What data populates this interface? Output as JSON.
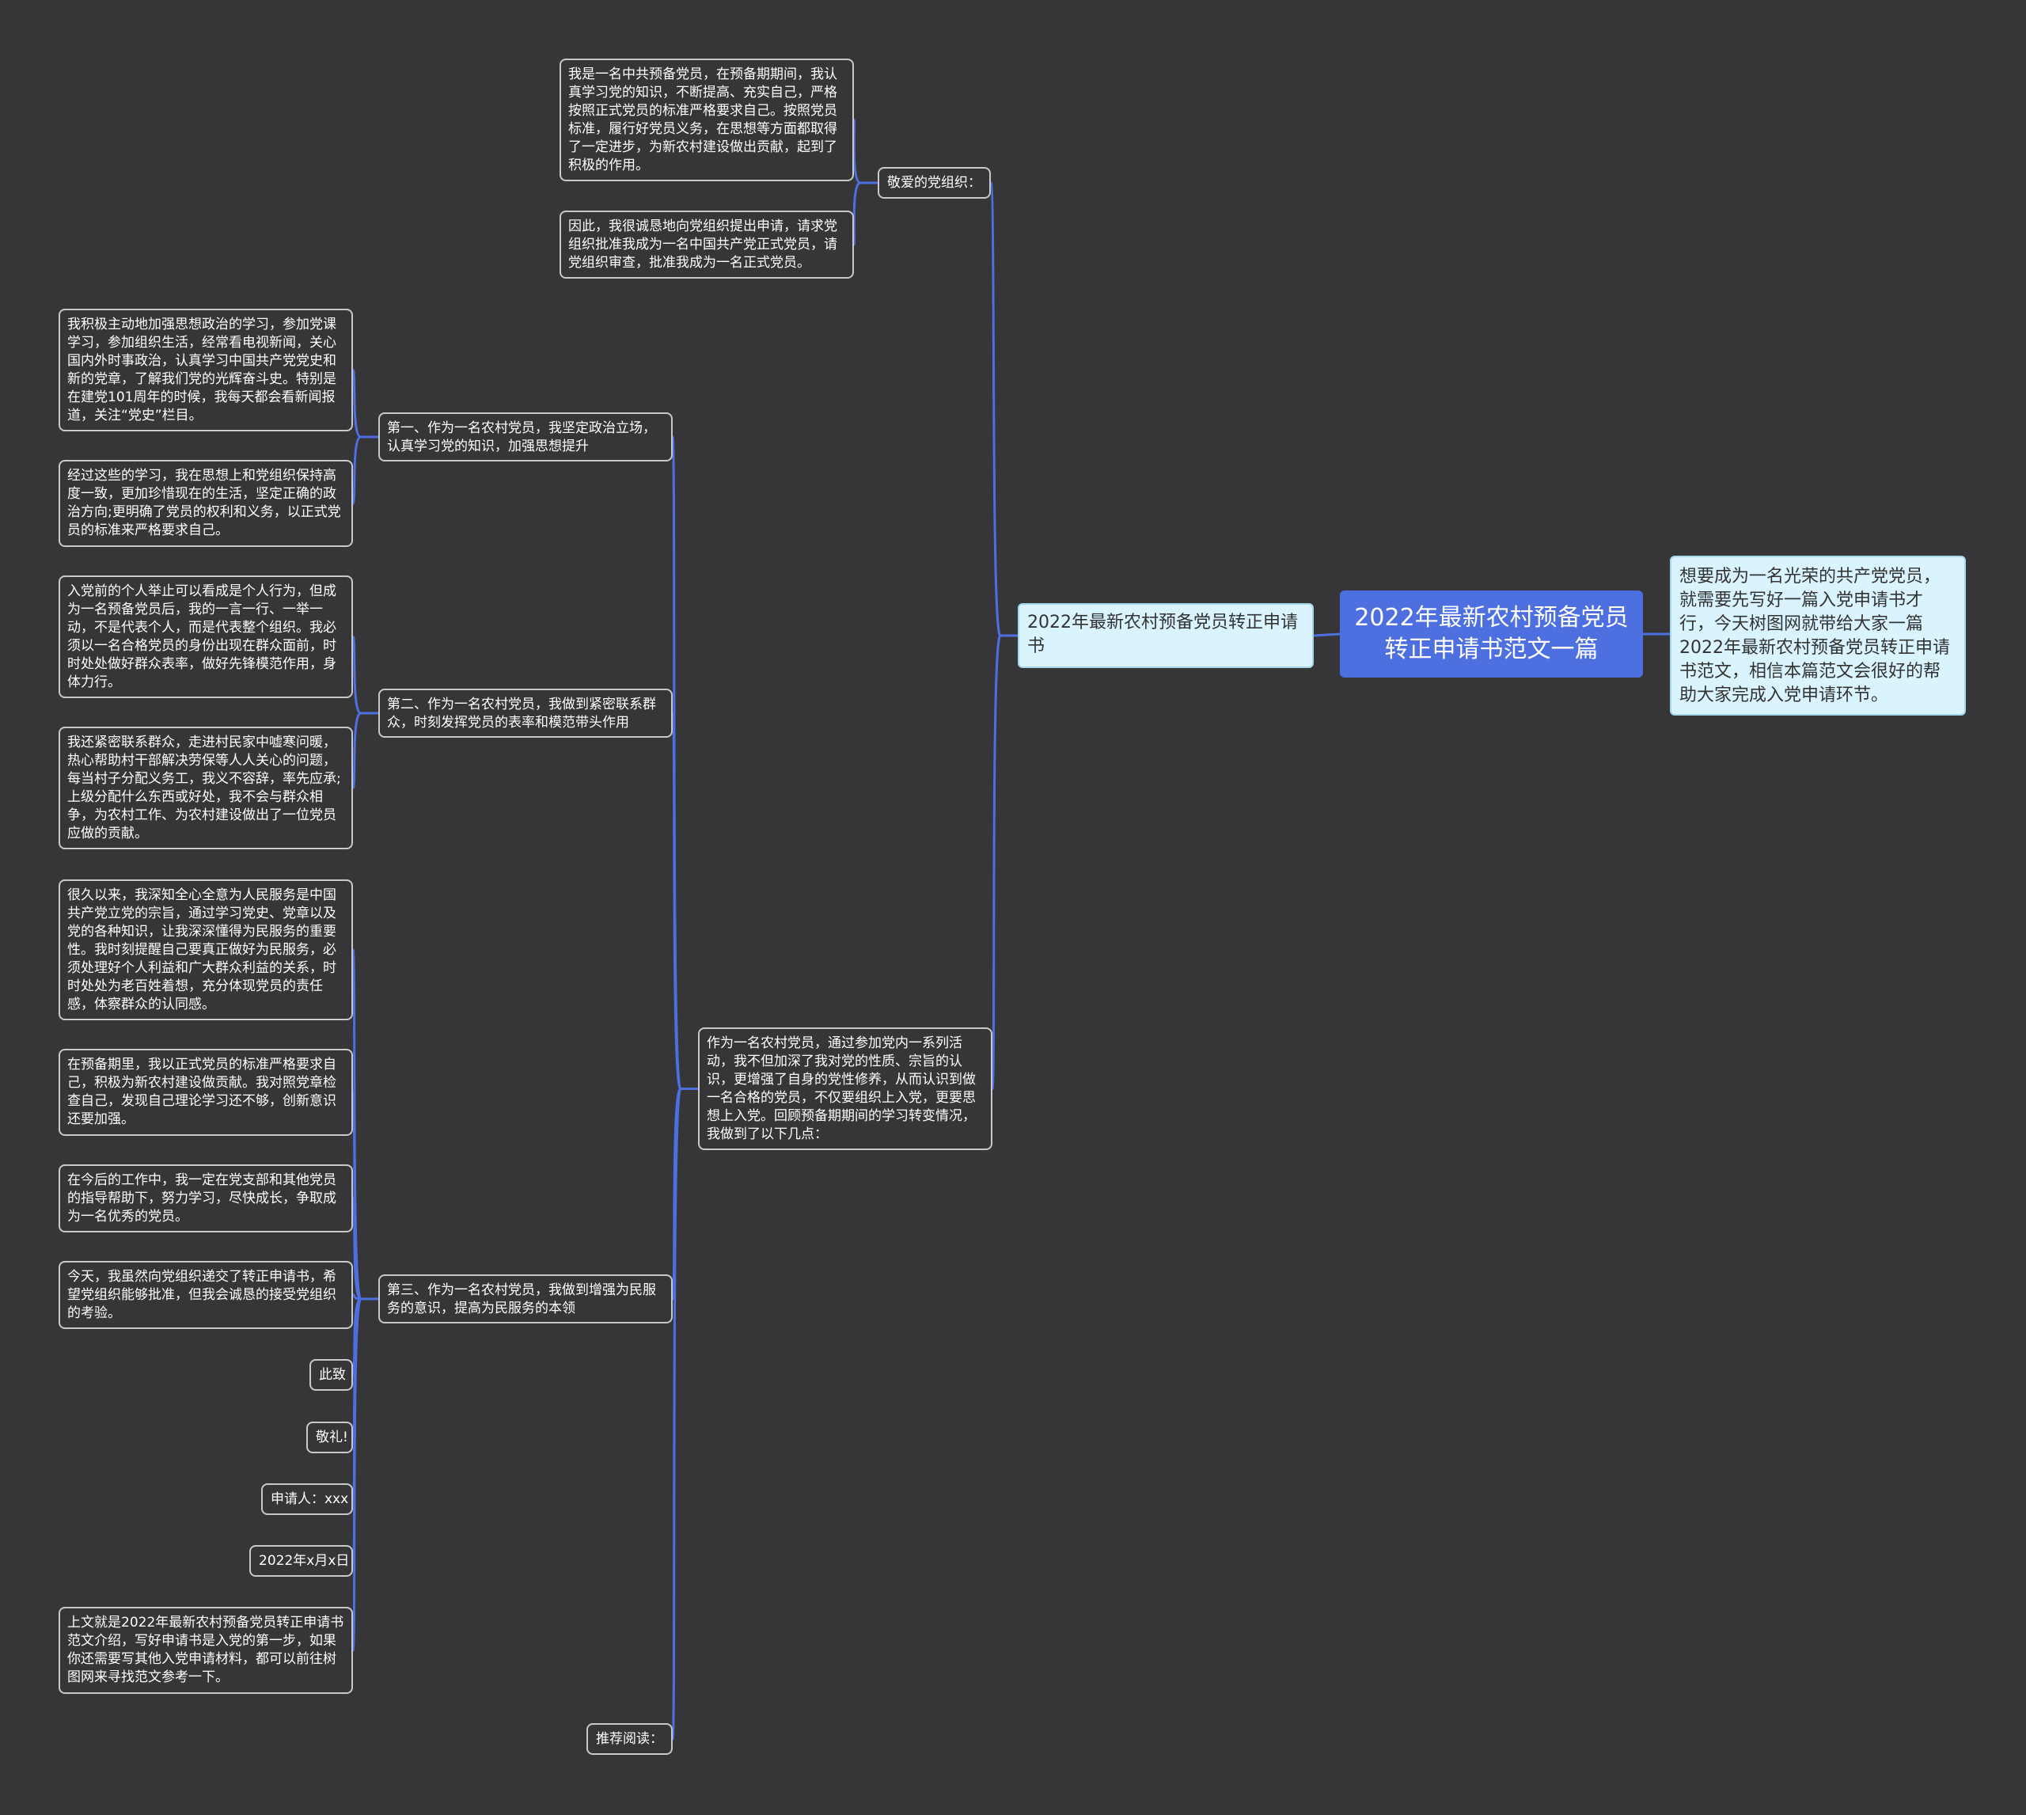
{
  "root": {
    "title": "2022年最新农村预备党员转正申请书范文一篇"
  },
  "intro": {
    "text": "想要成为一名光荣的共产党党员，就需要先写好一篇入党申请书才行，今天树图网就带给大家一篇2022年最新农村预备党员转正申请书范文，相信本篇范文会很好的帮助大家完成入党申请环节。"
  },
  "branch": {
    "title": "2022年最新农村预备党员转正申请书"
  },
  "greeting": {
    "label": "敬爱的党组织：",
    "children": [
      "我是一名中共预备党员，在预备期期间，我认真学习党的知识，不断提高、充实自己，严格按照正式党员的标准严格要求自己。按照党员标准，履行好党员义务，在思想等方面都取得了一定进步，为新农村建设做出贡献，起到了积极的作用。",
      "因此，我很诚恳地向党组织提出申请，请求党组织批准我成为一名中国共产党正式党员，请党组织审查，批准我成为一名正式党员。"
    ]
  },
  "body": {
    "intro": "作为一名农村党员，通过参加党内一系列活动，我不但加深了我对党的性质、宗旨的认识，更增强了自身的党性修养，从而认识到做一名合格的党员，不仅要组织上入党，更要思想上入党。回顾预备期期间的学习转变情况，我做到了以下几点：",
    "point1": {
      "label": "第一、作为一名农村党员，我坚定政治立场，认真学习党的知识，加强思想提升",
      "children": [
        "我积极主动地加强思想政治的学习，参加党课学习，参加组织生活，经常看电视新闻，关心国内外时事政治，认真学习中国共产党党史和新的党章，了解我们党的光辉奋斗史。特别是在建党101周年的时候，我每天都会看新闻报道，关注“党史”栏目。",
        "经过这些的学习，我在思想上和党组织保持高度一致，更加珍惜现在的生活，坚定正确的政治方向;更明确了党员的权利和义务，以正式党员的标准来严格要求自己。"
      ]
    },
    "point2": {
      "label": "第二、作为一名农村党员，我做到紧密联系群众，时刻发挥党员的表率和模范带头作用",
      "children": [
        "入党前的个人举止可以看成是个人行为，但成为一名预备党员后，我的一言一行、一举一动，不是代表个人，而是代表整个组织。我必须以一名合格党员的身份出现在群众面前，时时处处做好群众表率，做好先锋模范作用，身体力行。",
        "我还紧密联系群众，走进村民家中嘘寒问暖，热心帮助村干部解决劳保等人人关心的问题，每当村子分配义务工，我义不容辞，率先应承;上级分配什么东西或好处，我不会与群众相争，为农村工作、为农村建设做出了一位党员应做的贡献。"
      ]
    },
    "point3": {
      "label": "第三、作为一名农村党员，我做到增强为民服务的意识，提高为民服务的本领",
      "children": [
        "很久以来，我深知全心全意为人民服务是中国共产党立党的宗旨，通过学习党史、党章以及党的各种知识，让我深深懂得为民服务的重要性。我时刻提醒自己要真正做好为民服务，必须处理好个人利益和广大群众利益的关系，时时处处为老百姓着想，充分体现党员的责任感，体察群众的认同感。",
        "在预备期里，我以正式党员的标准严格要求自己，积极为新农村建设做贡献。我对照党章检查自己，发现自己理论学习还不够，创新意识还要加强。",
        "在今后的工作中，我一定在党支部和其他党员的指导帮助下，努力学习，尽快成长，争取成为一名优秀的党员。",
        "今天，我虽然向党组织递交了转正申请书，希望党组织能够批准，但我会诚恳的接受党组织的考验。",
        "此致",
        "敬礼!",
        "申请人：xxx",
        "2022年x月x日",
        "上文就是2022年最新农村预备党员转正申请书范文介绍，写好申请书是入党的第一步，如果你还需要写其他入党申请材料，都可以前往树图网来寻找范文参考一下。"
      ]
    },
    "recommend": "推荐阅读："
  },
  "colors": {
    "background": "#363537",
    "connector": "#4d6fe0",
    "root": "#4d6fe0",
    "info": "#d9f4ff"
  }
}
